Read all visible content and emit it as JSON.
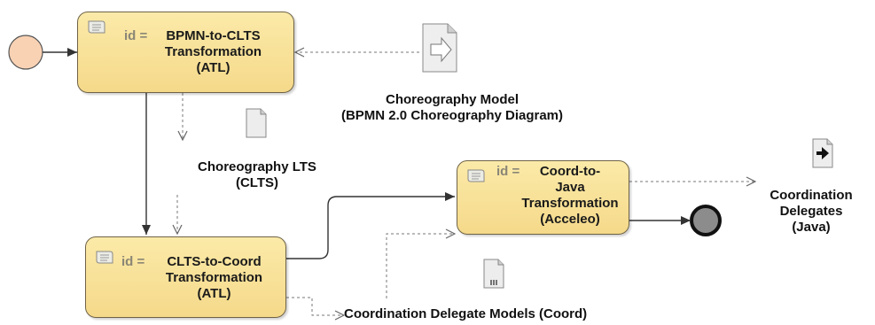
{
  "tasks": {
    "bpmn_to_clts": {
      "id_key": "id =",
      "name": "BPMN-to-CLTS\nTransformation\n(ATL)"
    },
    "clts_to_coord": {
      "id_key": "id =",
      "name": "CLTS-to-Coord\nTransformation\n(ATL)"
    },
    "coord_to_java": {
      "id_key": "id =",
      "name": "Coord-to-\nJava\nTransformation\n(Acceleo)"
    }
  },
  "artifacts": {
    "choreography_model": "Choreography Model\n(BPMN 2.0 Choreography Diagram)",
    "choreography_lts": "Choreography LTS\n(CLTS)",
    "coordination_delegates": "Coordination\nDelegates\n(Java)",
    "coordination_delegate_models": "Coordination Delegate Models (Coord)"
  },
  "colors": {
    "task_fill": "#f5d98a",
    "task_border": "#6f6347",
    "start_event": "#f9d2b4",
    "end_event": "#8c8c8c"
  }
}
